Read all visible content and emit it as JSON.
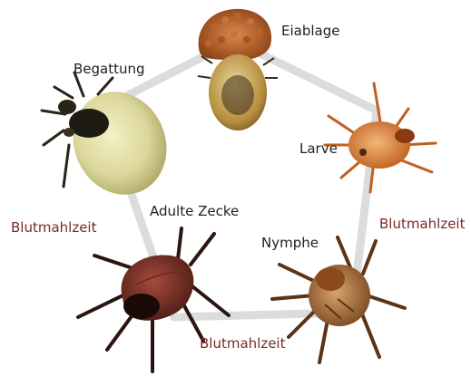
{
  "title": "",
  "stages": {
    "eiablage": "Eiablage",
    "larve": "Larve",
    "nymphe": "Nymphe",
    "adulte_zecke": "Adulte Zecke",
    "begattung": "Begattung"
  },
  "blood_meals": {
    "left": "Blutmahlzeit",
    "right": "Blutmahlzeit",
    "bottom": "Blutmahlzeit"
  },
  "colors": {
    "stage_text": "#1f1f1f",
    "meal_text": "#7a2a2a",
    "cycle_line": "#d9d9d9"
  }
}
